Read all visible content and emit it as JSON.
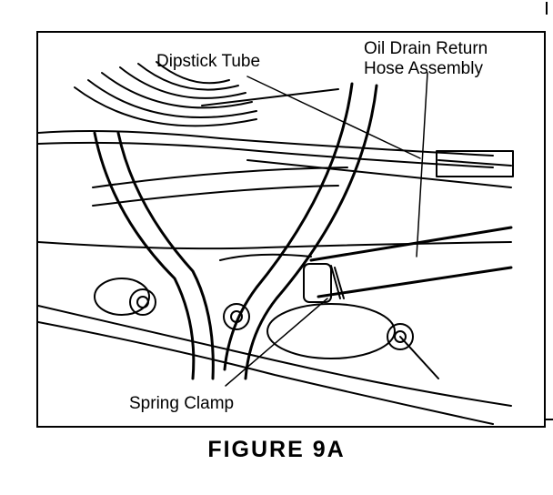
{
  "labels": {
    "dipstick_tube": "Dipstick Tube",
    "oil_drain_line1": "Oil Drain Return",
    "oil_drain_line2": "Hose Assembly",
    "spring_clamp": "Spring Clamp"
  },
  "caption": "FIGURE 9A",
  "colors": {
    "ink": "#000000",
    "paper": "#ffffff"
  }
}
